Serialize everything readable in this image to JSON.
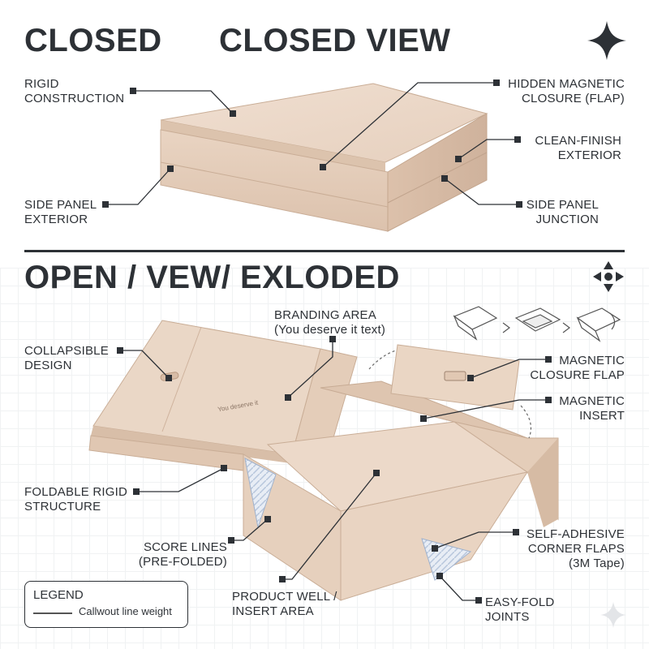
{
  "header_closed": {
    "title_left": "CLOSED",
    "title_right": "CLOSED VIEW"
  },
  "header_open": {
    "title": "OPEN / VEW/ EXLODED"
  },
  "box_print": "You deserve it",
  "callouts_closed": {
    "rigid": "RIGID\nCONSTRUCTION",
    "hidden_magnetic": "HIDDEN MAGNETIC\nCLOSURE (FLAP)",
    "clean_finish": "CLEAN-FINISH\nEXTERIOR",
    "side_panel_ext": "SIDE PANEL\nEXTERIOR",
    "side_panel_junction": "SIDE PANEL\nJUNCTION"
  },
  "callouts_open": {
    "branding": "BRANDING AREA\n(You deserve it text)",
    "collapsible": "COLLAPSIBLE\nDESIGN",
    "magnetic_flap": "MAGNETIC\nCLOSURE FLAP",
    "magnetic_insert": "MAGNETIC\nINSERT",
    "foldable": "FOLDABLE RIGID\nSTRUCTURE",
    "score_lines": "SCORE LINES\n(PRE-FOLDED)",
    "self_adhesive": "SELF-ADHESIVE\nCORNER FLAPS\n(3M Tape)",
    "product_well": "PRODUCT WELL /\nINSERT AREA",
    "easy_fold": "EASY-FOLD\nJOINTS"
  },
  "legend": {
    "title": "LEGEND",
    "desc": "Callwout line weight"
  },
  "colors": {
    "kraft_light": "#ecd8c7",
    "kraft": "#e2c9b5",
    "kraft_dark": "#cfb29c",
    "ink": "#2d3136"
  },
  "icons": [
    "sparkle-icon",
    "compass-icon",
    "fold-sequence-icon",
    "faint-sparkle-icon"
  ]
}
